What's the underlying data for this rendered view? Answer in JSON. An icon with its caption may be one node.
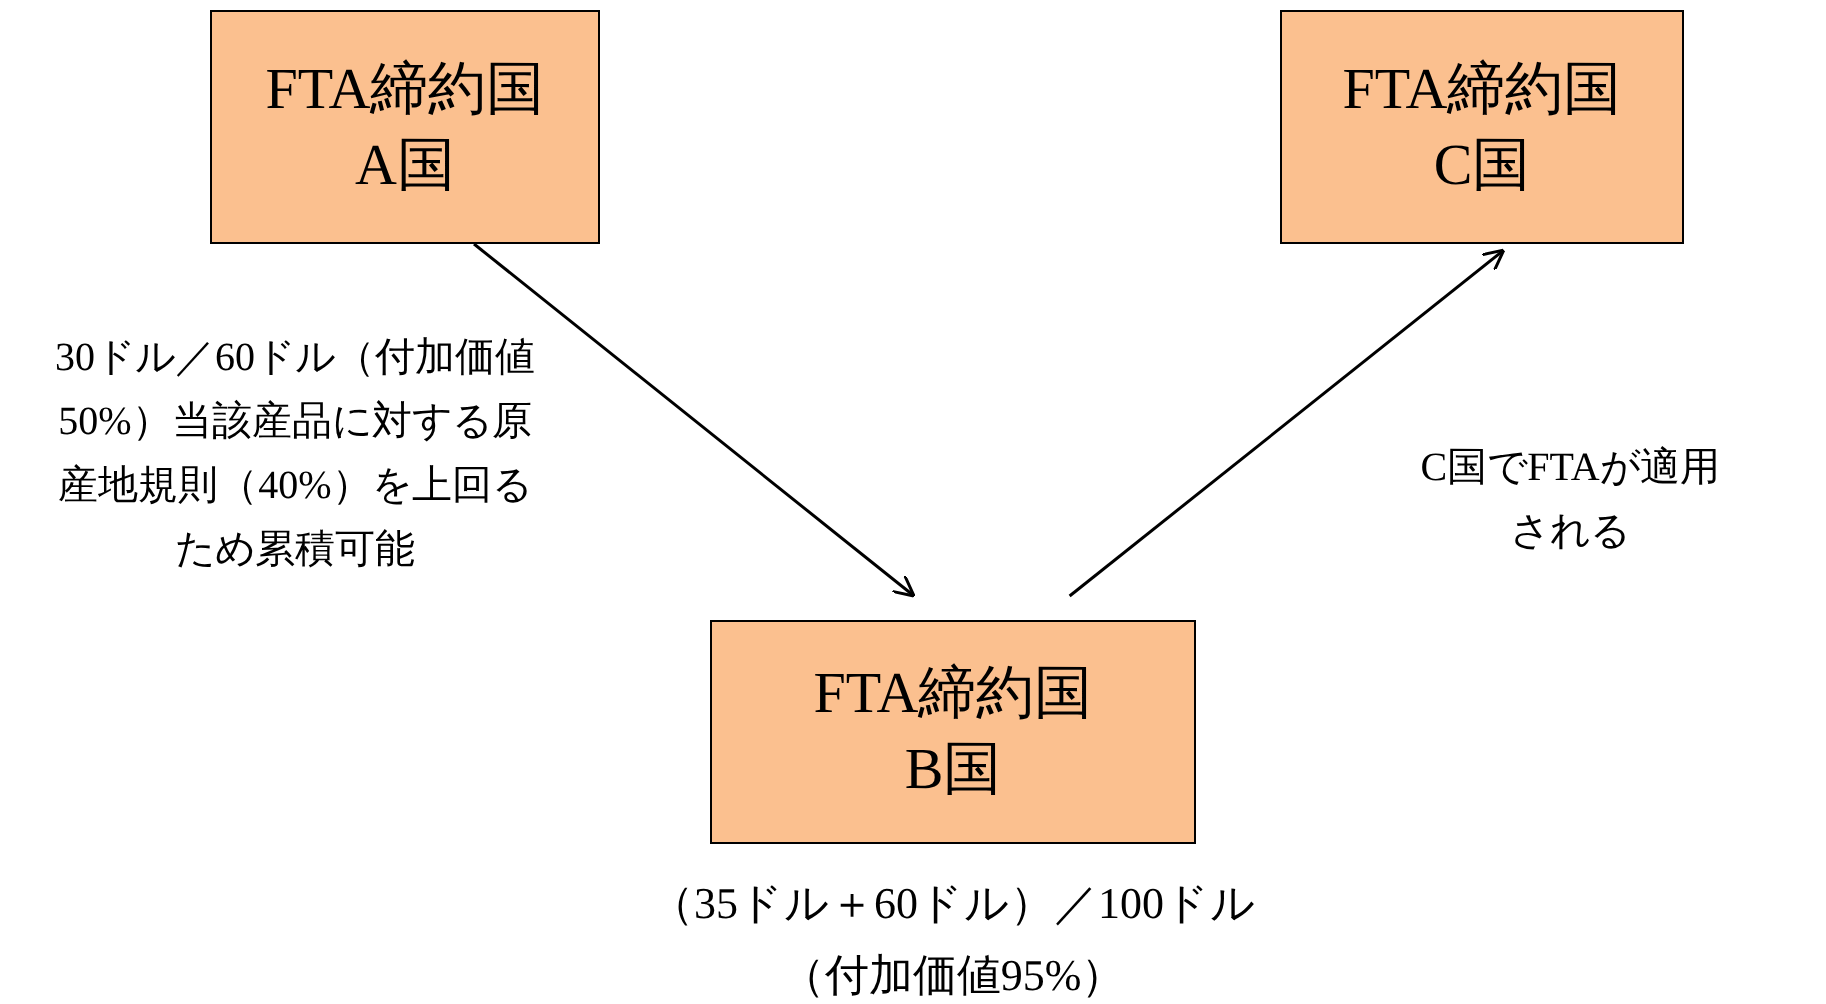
{
  "diagram": {
    "nodes": [
      {
        "text": [
          "FTA締約国",
          "A国"
        ]
      },
      {
        "text": [
          "FTA締約国",
          "C国"
        ]
      },
      {
        "text": [
          "FTA締約国",
          "B国"
        ],
        "beside": [
          "（35ドル＋60ドル）／100ドル",
          "（付加価値95%）"
        ]
      }
    ],
    "edges": [
      {
        "from": 0,
        "to": 2,
        "arrow": "to",
        "label": "30ドル／60ドル（付加価値50%）当該産品に対する原産地規則（40%）を上回るため累積可能"
      },
      {
        "from": 2,
        "to": 1,
        "arrow": "to",
        "label": "C国でFTAが適用される"
      }
    ]
  }
}
